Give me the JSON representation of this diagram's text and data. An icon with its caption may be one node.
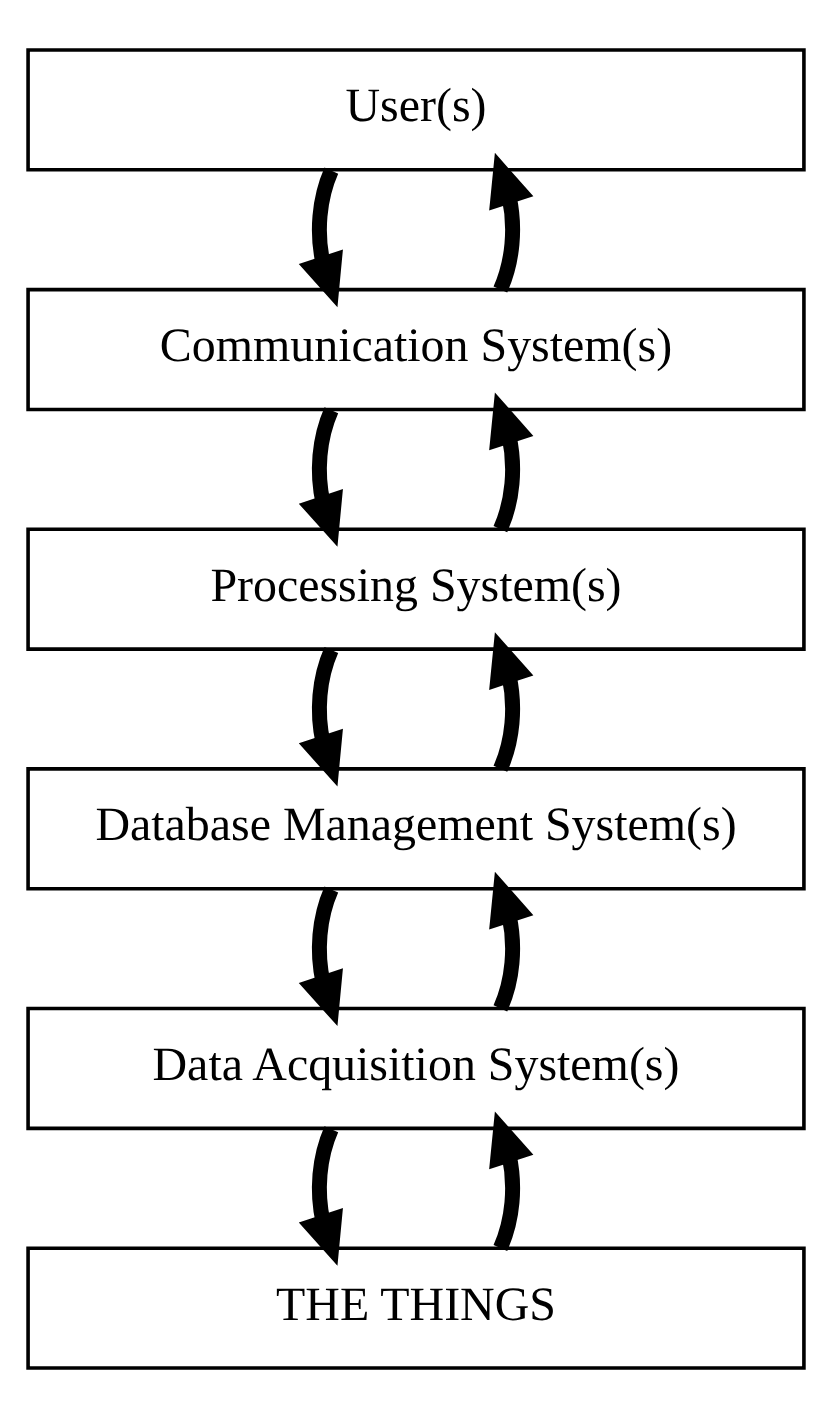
{
  "diagram": {
    "nodes": [
      {
        "text": [
          "User(s)"
        ]
      },
      {
        "text": [
          "Communication System(s)"
        ]
      },
      {
        "text": [
          "Processing System(s)"
        ]
      },
      {
        "text": [
          "Database Management System(s)"
        ]
      },
      {
        "text": [
          "Data Acquisition System(s)"
        ]
      },
      {
        "text": [
          "THE THINGS"
        ]
      }
    ],
    "edges": [
      {
        "from": 0,
        "to": 1,
        "arrow": "to"
      },
      {
        "from": 1,
        "to": 0,
        "arrow": "to"
      },
      {
        "from": 1,
        "to": 2,
        "arrow": "to"
      },
      {
        "from": 2,
        "to": 1,
        "arrow": "to"
      },
      {
        "from": 2,
        "to": 3,
        "arrow": "to"
      },
      {
        "from": 3,
        "to": 2,
        "arrow": "to"
      },
      {
        "from": 3,
        "to": 4,
        "arrow": "to"
      },
      {
        "from": 4,
        "to": 3,
        "arrow": "to"
      },
      {
        "from": 4,
        "to": 5,
        "arrow": "to"
      },
      {
        "from": 5,
        "to": 4,
        "arrow": "to"
      }
    ]
  }
}
